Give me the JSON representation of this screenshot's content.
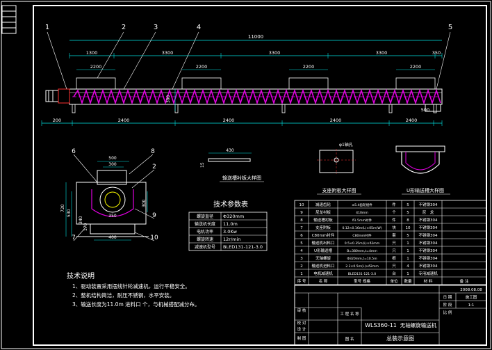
{
  "colors": {
    "background": "#000000",
    "frame": "#ffffff",
    "dimension": "#00e5e5",
    "screw": "#e000e0",
    "detail": "#ffffff",
    "accent": "#ffff00",
    "green": "#00d000",
    "red": "#ff3030"
  },
  "balloons": [
    "1",
    "2",
    "3",
    "4",
    "5"
  ],
  "side_view": {
    "overall_length": "11000",
    "segments_top": [
      "1300",
      "3300",
      "3300",
      "3300",
      "350"
    ],
    "inlets": [
      "2200",
      "2200",
      "2200",
      "2200"
    ],
    "spacing_bottom": [
      "200",
      "2400",
      "2400",
      "2400",
      "2400",
      "500"
    ],
    "height": "390"
  },
  "section_view": {
    "balloons": [
      "6",
      "7",
      "8",
      "2",
      "9",
      "10"
    ],
    "dims": {
      "top1": "500",
      "top2": "300",
      "left_outer": "720",
      "left_mid": "530",
      "left_inner": "340",
      "left_small": "170",
      "right": "300",
      "inner_w": "350",
      "bottom": "400"
    }
  },
  "liner_detail": {
    "length": "430",
    "thickness": "15",
    "caption": "输送槽衬板大样图"
  },
  "support_detail": {
    "label": "φ1轴孔",
    "caption": "支座附板大样图"
  },
  "trough_detail": {
    "caption": "U形输送槽大样图"
  },
  "tech_params": {
    "title": "技术参数表",
    "rows": [
      [
        "螺旋直径",
        "Φ320mm"
      ],
      [
        "输送机长度",
        "11.0m"
      ],
      [
        "电机功率",
        "3.0Kw"
      ],
      [
        "螺旋转速",
        "12r/min"
      ],
      [
        "减速机型号",
        "BLED131-121-3.0"
      ]
    ]
  },
  "notes": {
    "title": "技术说明",
    "items": [
      "1、驱动装置采用摆线针轮减速机，运行平稳安全。",
      "2、整机结构简洁，耐压不锈钢，水平安装。",
      "3、输送长度为11.0m 进料口 个，与机械搭配减分布。"
    ]
  },
  "bom": {
    "rows": [
      [
        "10",
        "减速齿轮",
        "≤5.4齿轮组件",
        "件",
        "5",
        "不锈钢304"
      ],
      [
        "9",
        "尼龙衬板",
        "410mm",
        "个",
        "5",
        "尼　龙"
      ],
      [
        "8",
        "输送槽衬板",
        "δ1.5mm衬件",
        "件",
        "8",
        "不锈钢304"
      ],
      [
        "7",
        "支座附板",
        "0.12×0.16m(L)×δ5m(W)",
        "块",
        "10",
        "不锈钢304"
      ],
      [
        "6",
        "C80mm衬件",
        "C80mm衬件",
        "套",
        "5",
        "不锈钢304"
      ],
      [
        "5",
        "输送机出料口",
        "0.5×0.35m(L)×δ2mm",
        "只",
        "1",
        "不锈钢304"
      ],
      [
        "4",
        "U形输送槽",
        "B=380mm,t=4mm",
        "只",
        "1",
        "不锈钢304"
      ],
      [
        "3",
        "无轴螺旋",
        "Φ320mm,t=10.5m",
        "根",
        "1",
        "不锈钢304"
      ],
      [
        "2",
        "输送机进料口",
        "2.2×0.5m(L)×δ2mm",
        "只",
        "4",
        "不锈钢304"
      ],
      [
        "1",
        "电机减速机",
        "BLED131-121-3.0",
        "台",
        "1",
        "专用减速机"
      ]
    ],
    "header": [
      "序 号",
      "名 称",
      "型号 规格",
      "单位",
      "数量",
      "材 料",
      "备 注"
    ]
  },
  "title_block": {
    "date_label": "日 期",
    "date": "2008.08.08",
    "stage_label": "阶 段",
    "stage": "施工图",
    "scale_label": "比 例",
    "scale": "1:1",
    "drawing_no": "WLS360-11",
    "drawing_name": "无轴螺旋输送机",
    "drawing_title": "总装示意图",
    "rows": [
      "审 核",
      "校 对",
      "设 计",
      "制 图"
    ],
    "project_label": "工 程 名 称",
    "drawing_label": "图 名"
  }
}
